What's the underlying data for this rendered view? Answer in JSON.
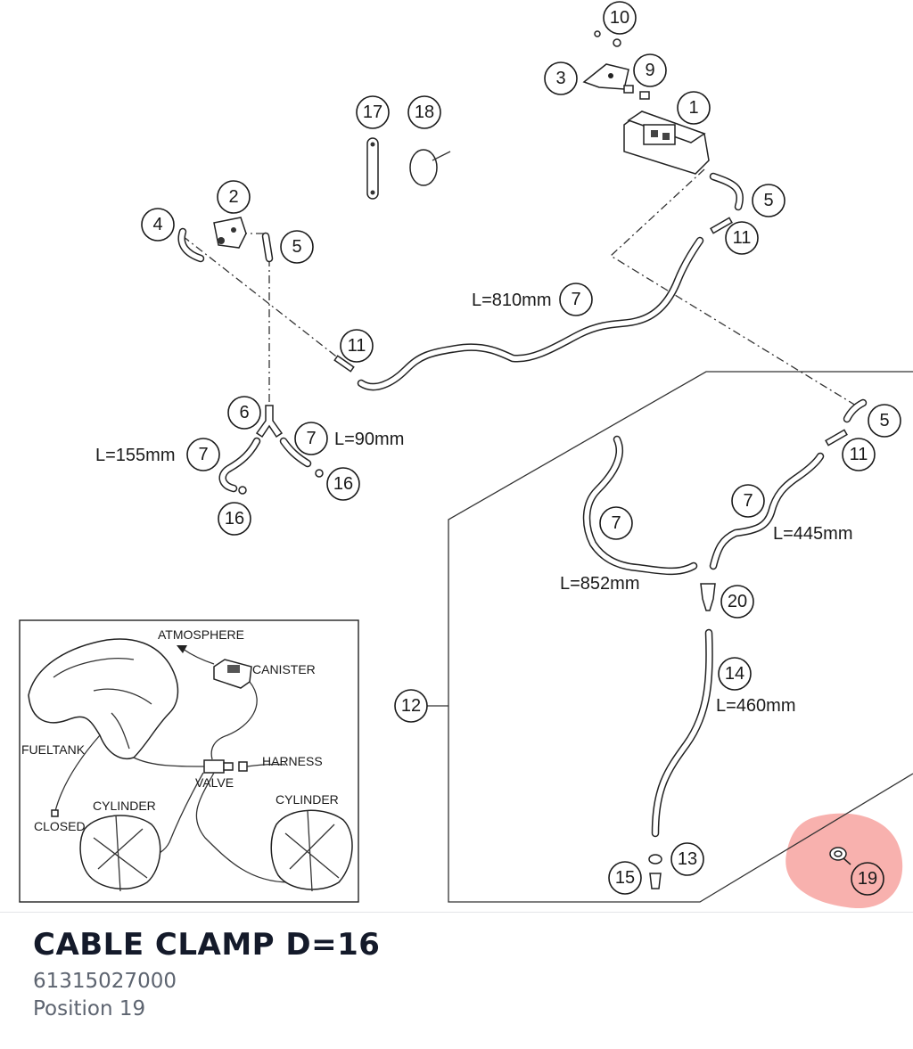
{
  "diagram": {
    "callouts": {
      "c1": "1",
      "c2": "2",
      "c3": "3",
      "c4": "4",
      "c5a": "5",
      "c5b": "5",
      "c5c": "5",
      "c6": "6",
      "c7a": "7",
      "c7b": "7",
      "c7c": "7",
      "c7d": "7",
      "c7e": "7",
      "c9": "9",
      "c10": "10",
      "c11a": "11",
      "c11b": "11",
      "c11c": "11",
      "c12": "12",
      "c13": "13",
      "c14": "14",
      "c15": "15",
      "c16a": "16",
      "c16b": "16",
      "c17": "17",
      "c18": "18",
      "c19": "19",
      "c20": "20"
    },
    "lengths": {
      "l810": "L=810mm",
      "l155": "L=155mm",
      "l90": "L=90mm",
      "l852": "L=852mm",
      "l445": "L=445mm",
      "l460": "L=460mm"
    },
    "inset": {
      "atmosphere": "ATMOSPHERE",
      "canister": "CANISTER",
      "fueltank": "FUELTANK",
      "harness": "HARNESS",
      "valve": "VALVE",
      "cylinder_left": "CYLINDER",
      "cylinder_right": "CYLINDER",
      "closed": "CLOSED"
    },
    "highlight_color": "#f7a3a0"
  },
  "part": {
    "name": "CABLE CLAMP D=16",
    "number": "61315027000",
    "position": "Position 19"
  }
}
